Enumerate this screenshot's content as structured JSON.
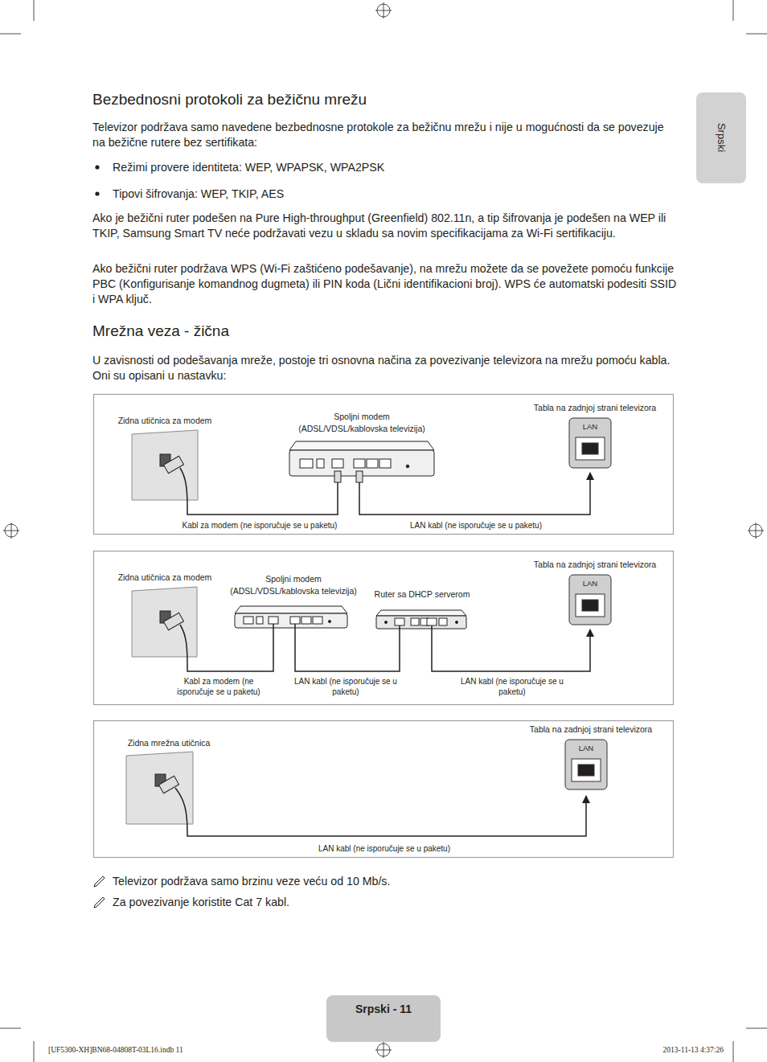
{
  "diagram": {
    "title": "Bezbednosni protokoli za bežičnu mrežu",
    "nodes": [
      {
        "text": [
          "Zidna utičnica za modem"
        ]
      },
      {
        "text": [
          "Spoljni modem (ADSL/VDSL/kablovska televizija)"
        ]
      },
      {
        "text": [
          "Tabla na zadnjoj strani televizora",
          "LAN"
        ]
      },
      {
        "text": [
          "Zidna utičnica za modem"
        ]
      },
      {
        "text": [
          "Spoljni modem (ADSL/VDSL/kablovska televizija)"
        ]
      },
      {
        "text": [
          "Ruter sa DHCP serverom"
        ]
      },
      {
        "text": [
          "Tabla na zadnjoj strani televizora",
          "LAN"
        ]
      },
      {
        "text": [
          "Zidna mrežna utičnica"
        ]
      },
      {
        "text": [
          "Tabla na zadnjoj strani televizora",
          "LAN"
        ]
      }
    ],
    "edges": [
      {
        "from": 0,
        "to": 1,
        "label": "Kabl za modem (ne isporučuje se u paketu)",
        "arrow": "none"
      },
      {
        "from": 1,
        "to": 2,
        "label": "LAN kabl (ne isporučuje se u paketu)",
        "arrow": "to"
      },
      {
        "from": 3,
        "to": 4,
        "label": "Kabl za modem (ne isporučuje se u paketu)",
        "arrow": "none"
      },
      {
        "from": 4,
        "to": 5,
        "label": "LAN kabl (ne isporučuje se u paketu)",
        "arrow": "none"
      },
      {
        "from": 5,
        "to": 6,
        "label": "LAN kabl (ne isporučuje se u paketu)",
        "arrow": "to"
      },
      {
        "from": 7,
        "to": 8,
        "label": "LAN kabl (ne isporučuje se u paketu)",
        "arrow": "to"
      }
    ],
    "labels": [
      "Televizor podržava samo navedene bezbednosne protokole za bežičnu mrežu i nije u mogućnosti da se povezuje na bežične rutere bez sertifikata:",
      "Režimi provere identiteta: WEP, WPAPSK, WPA2PSK",
      "Tipovi šifrovanja: WEP, TKIP, AES",
      "Ako je bežični ruter podešen na Pure High-throughput (Greenfield) 802.11n, a tip šifrovanja je podešen na WEP ili TKIP, Samsung Smart TV neće podržavati vezu u skladu sa novim specifikacijama za Wi-Fi sertifikaciju.",
      "Ako bežični ruter podržava WPS (Wi-Fi zaštićeno podešavanje), na mrežu možete da se povežete pomoću funkcije PBC (Konfigurisanje komandnog dugmeta) ili PIN koda (Lični identifikacioni broj). WPS će automatski podesiti SSID i WPA ključ.",
      "Mrežna veza - žična",
      "U zavisnosti od podešavanja mreže, postoje tri osnovna načina za povezivanje televizora na mrežu pomoću kabla. Oni su opisani u nastavku:",
      "Televizor podržava samo brzinu veze veću od 10 Mb/s.",
      "Za povezivanje koristite Cat 7 kabl.",
      "Srpski",
      "Srpski - 11",
      "[UF5300-XH]BN68-04808T-03L16.indb 11",
      "2013-11-13 4:37:26"
    ]
  }
}
